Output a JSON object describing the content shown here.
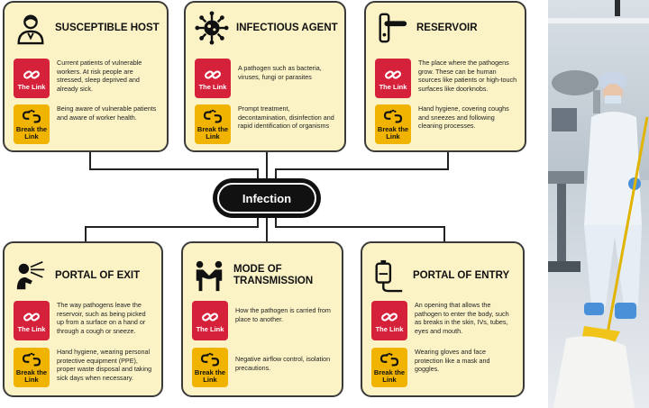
{
  "hub": {
    "label": "Infection"
  },
  "cards": {
    "susceptible_host": {
      "title": "SUSCEPTIBLE HOST",
      "icon": "patient-icon",
      "link_label": "The Link",
      "link_text": "Current patients of vulnerable workers. At risk people are stressed, sleep deprived and already sick.",
      "break_label": "Break the Link",
      "break_text": "Being aware of vulnerable patients and aware of worker health."
    },
    "infectious_agent": {
      "title": "INFECTIOUS AGENT",
      "icon": "virus-icon",
      "link_label": "The Link",
      "link_text": "A pathogen such as bacteria, viruses, fungi or parasites",
      "break_label": "Break the Link",
      "break_text": "Prompt treatment, decontamination, disinfection and rapid identification of organisms"
    },
    "reservoir": {
      "title": "RESERVOIR",
      "icon": "door-handle-icon",
      "link_label": "The Link",
      "link_text": "The place where the pathogens grow. These can be human sources like patients or high-touch surfaces like doorknobs.",
      "break_label": "Break the Link",
      "break_text": "Hand hygiene, covering coughs and sneezes and following cleaning processes."
    },
    "portal_of_exit": {
      "title": "PORTAL OF EXIT",
      "icon": "sneeze-icon",
      "link_label": "The Link",
      "link_text": "The way pathogens leave the reservoir, such as being picked up from a surface on a hand or through a cough or sneeze.",
      "break_label": "Break the Link",
      "break_text": "Hand hygiene, wearing personal protective equipment (PPE), proper waste disposal and taking sick days when necessary."
    },
    "mode_of_transmission": {
      "title": "MODE OF TRANSMISSION",
      "icon": "handshake-icon",
      "link_label": "The Link",
      "link_text": "How the pathogen is carried from place to another.",
      "break_label": "Break the Link",
      "break_text": "Negative airflow control, isolation precautions."
    },
    "portal_of_entry": {
      "title": "PORTAL OF ENTRY",
      "icon": "iv-bag-icon",
      "link_label": "The Link",
      "link_text": "An opening that allows the pathogen to enter the body, such as breaks in the skin, IVs, tubes, eyes and mouth.",
      "break_label": "Break the Link",
      "break_text": "Wearing gloves and face protection like a mask and goggles."
    }
  },
  "colors": {
    "card_bg": "#fbf3c6",
    "link_red": "#d6213b",
    "break_yellow": "#f0b400",
    "hub": "#111111"
  }
}
